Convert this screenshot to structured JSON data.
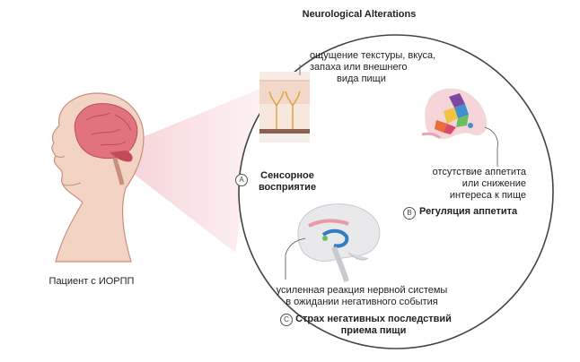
{
  "title": "Neurological Alterations",
  "patient_label": "Пациент с ИОРПП",
  "sections": [
    {
      "badge": "A",
      "description": [
        "ощущение текстуры, вкуса,",
        "запаха или внешнего",
        "вида пищи"
      ],
      "title": [
        "Сенсорное",
        "восприятие"
      ]
    },
    {
      "badge": "B",
      "description": [
        "отсутствие аппетита",
        "или снижение",
        "интереса к пище"
      ],
      "title": [
        "Регуляция аппетита"
      ]
    },
    {
      "badge": "C",
      "description": [
        "усиленная реакция нервной системы",
        "в ожидании негативного события"
      ],
      "title": [
        "Страх негативных последствий",
        "приема пищи"
      ]
    }
  ],
  "colors": {
    "skin": "#f2d3c4",
    "skin_outline": "#c98f7c",
    "brain": "#e0737d",
    "brain_dark": "#c24a5a",
    "circle_stroke": "#444444",
    "callout_fill": "#f6d2d6"
  }
}
